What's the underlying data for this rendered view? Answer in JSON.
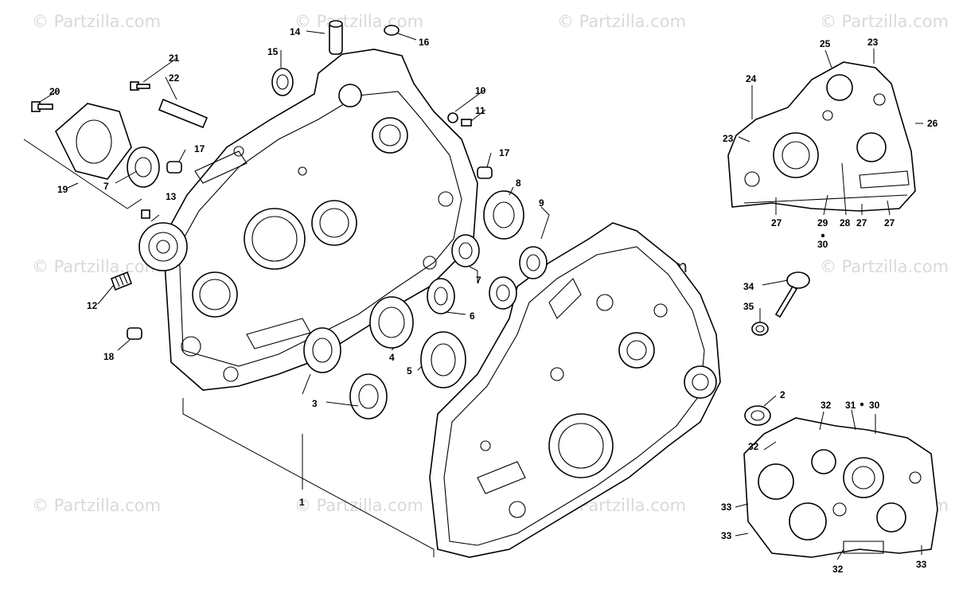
{
  "watermark": {
    "text": "© Partzilla.com"
  },
  "labels": {
    "l1": "1",
    "l2": "2",
    "l3": "3",
    "l4": "4",
    "l5": "5",
    "l6": "6",
    "l7a": "7",
    "l7b": "7",
    "l8": "8",
    "l9": "9",
    "l10": "10",
    "l11": "11",
    "l12": "12",
    "l13": "13",
    "l14": "14",
    "l15": "15",
    "l16": "16",
    "l17a": "17",
    "l17b": "17",
    "l18": "18",
    "l19": "19",
    "l20": "20",
    "l21": "21",
    "l22": "22",
    "l23a": "23",
    "l23b": "23",
    "l24": "24",
    "l25": "25",
    "l26": "26",
    "l27a": "27",
    "l27b": "27",
    "l27c": "27",
    "l28": "28",
    "l29": "29",
    "l30a": "30",
    "l31": "31",
    "l30b": "30",
    "l32a": "32",
    "l32b": "32",
    "l32c": "32",
    "l33a": "33",
    "l33b": "33",
    "l33c": "33",
    "l34": "34",
    "l35": "35"
  }
}
